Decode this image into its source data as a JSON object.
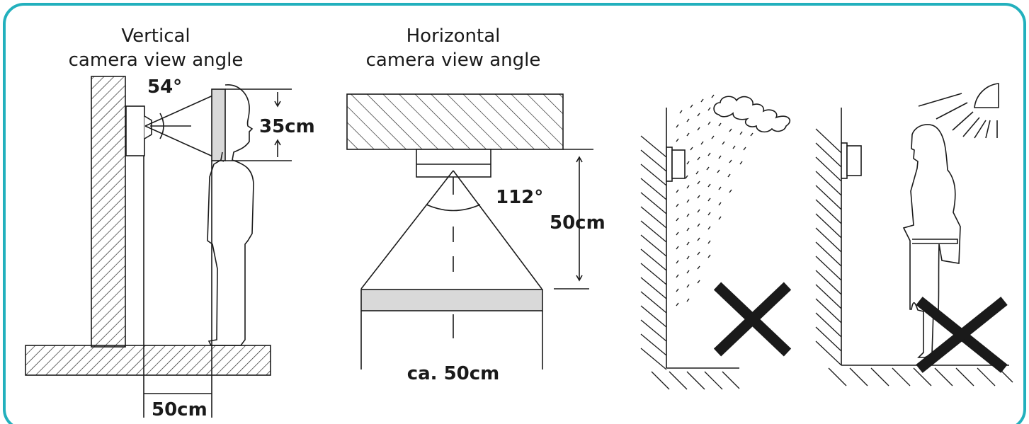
{
  "colors": {
    "border": "#22b0bd",
    "line": "#1a1a1a",
    "fill": "#d9d9d9"
  },
  "vertical": {
    "title_line1": "Vertical",
    "title_line2": "camera view angle",
    "angle": "54°",
    "height": "35cm",
    "distance": "50cm"
  },
  "horizontal": {
    "title_line1": "Horizontal",
    "title_line2": "camera view angle",
    "angle": "112°",
    "distance": "50cm",
    "width": "ca. 50cm"
  },
  "warnings": {
    "rain_icon": "rain-cloud-icon",
    "sun_icon": "sun-icon",
    "cross_icon": "cross-icon"
  }
}
